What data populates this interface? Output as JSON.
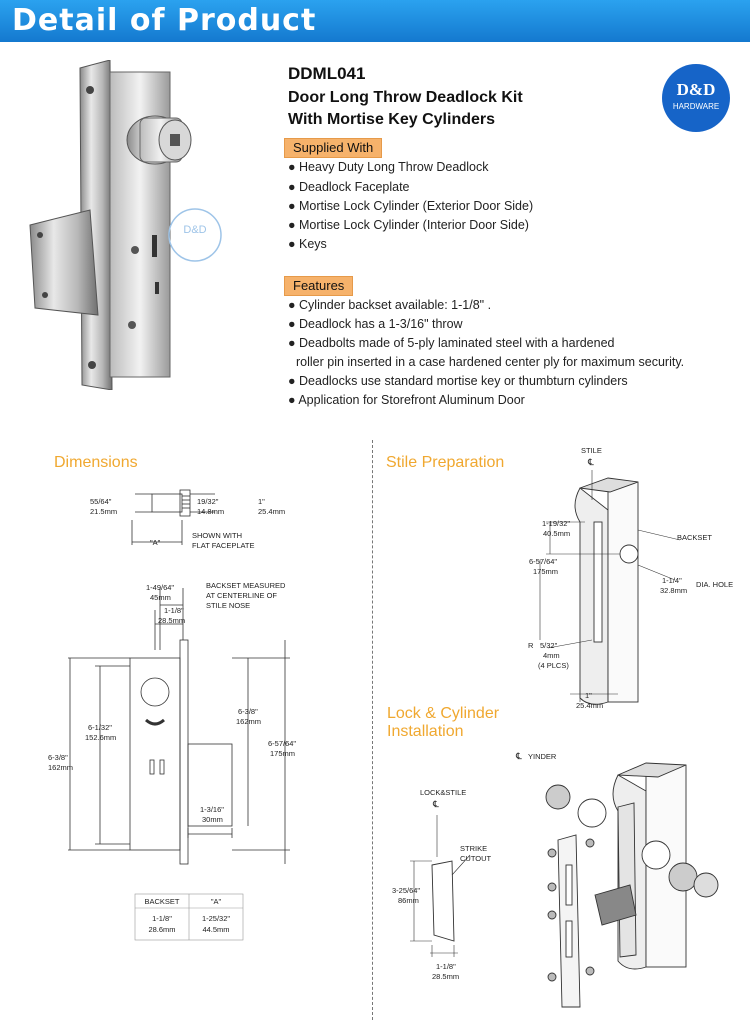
{
  "header": {
    "title": "Detail of Product"
  },
  "product": {
    "model": "DDML041",
    "name_line1": "Door Long Throw Deadlock Kit",
    "name_line2": "With Mortise Key Cylinders"
  },
  "logo": {
    "main": "D&D",
    "sub": "HARDWARE"
  },
  "watermark": {
    "text": "D&D"
  },
  "supplied": {
    "label": "Supplied With",
    "items": [
      "● Heavy Duty Long Throw Deadlock",
      "● Deadlock Faceplate",
      "● Mortise Lock Cylinder (Exterior Door Side)",
      "● Mortise Lock Cylinder (Interior Door Side)",
      "● Keys"
    ]
  },
  "features": {
    "label": "Features",
    "items": [
      "● Cylinder backset available: 1-1/8\" .",
      "● Deadlock has a 1-3/16\" throw",
      "● Deadbolts made of 5-ply laminated steel with a hardened",
      "roller pin inserted in a case hardened center ply for maximum security.",
      "● Deadlocks use standard mortise key or thumbturn cylinders",
      "● Application for Storefront Aluminum Door"
    ]
  },
  "dimensions": {
    "title": "Dimensions",
    "top": {
      "d1": "55/64\"",
      "d1mm": "21.5mm",
      "d2": "19/32\"",
      "d2mm": "14.8mm",
      "d3": "1\"",
      "d3mm": "25.4mm",
      "a": "\"A\"",
      "note1": "SHOWN WITH",
      "note2": "FLAT FACEPLATE"
    },
    "main": {
      "d1": "1-49/64\"",
      "d1mm": "45mm",
      "d2": "1-1/8\"",
      "d2mm": "28.5mm",
      "note1": "BACKSET MEASURED",
      "note2": "AT CENTERLINE OF",
      "note3": "STILE NOSE",
      "d3": "6-1/32\"",
      "d3mm": "152.6mm",
      "d4": "6-3/8\"",
      "d4mm": "162mm",
      "d5": "6-3/8\"",
      "d5mm": "162mm",
      "d6": "6-57/64\"",
      "d6mm": "175mm",
      "d7": "1-3/16\"",
      "d7mm": "30mm"
    },
    "table": {
      "headers": [
        "BACKSET",
        "\"A\""
      ],
      "rows": [
        [
          "1-1/8\"",
          "1-25/32\""
        ],
        [
          "28.6mm",
          "44.5mm"
        ]
      ]
    }
  },
  "stile": {
    "title": "Stile Preparation",
    "stile_label": "STILE",
    "cl": "℄",
    "d1": "1-19/32\"",
    "d1mm": "40.5mm",
    "d2": "6-57/64\"",
    "d2mm": "175mm",
    "backset": "BACKSET",
    "d3": "1-1/4\"",
    "d3mm": "32.8mm",
    "dia": "DIA. HOLE",
    "r": "R",
    "r1": "5/32\"",
    "r1mm": "4mm",
    "r1note": "(4 PLCS)",
    "d4": "1\"",
    "d4mm": "25.4mm"
  },
  "install": {
    "title1": "Lock & Cylinder",
    "title2": "Installation",
    "cyl": "YINDER",
    "lockstile": "LOCK&STILE",
    "strike1": "STRIKE",
    "strike2": "CUTOUT",
    "d1": "3-25/64\"",
    "d1mm": "86mm",
    "d2": "1-1/8\"",
    "d2mm": "28.5mm"
  }
}
